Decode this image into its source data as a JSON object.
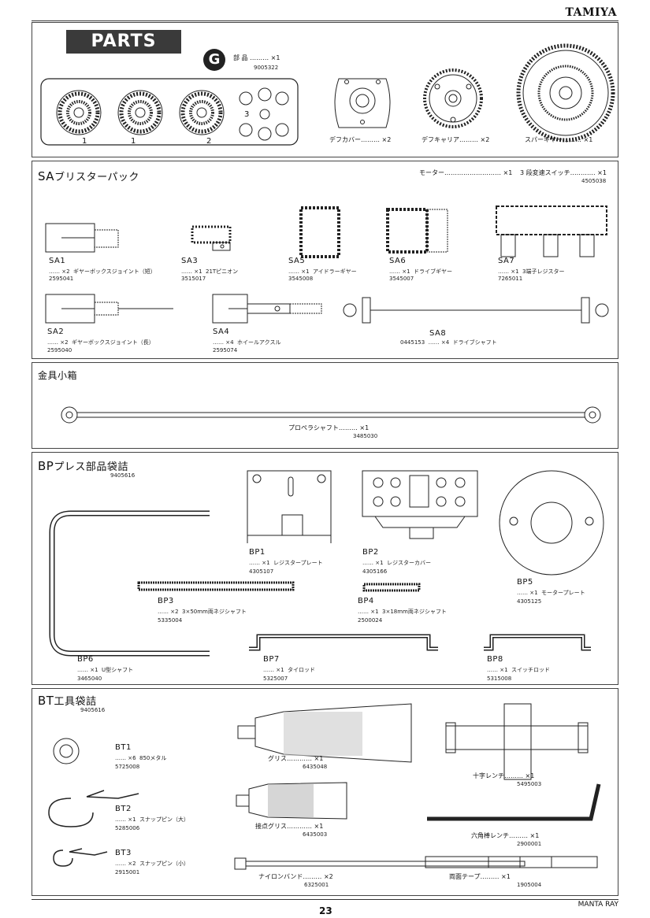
{
  "header": {
    "brand": "TAMIYA"
  },
  "footer": {
    "model": "MANTA RAY",
    "page": "23"
  },
  "parts": {
    "banner": "PARTS",
    "tree_letter": "G",
    "tree_label": "部 品 ……… ×1",
    "tree_code": "9005322",
    "wheel_labels": [
      "1",
      "1",
      "2"
    ],
    "center_label": "3",
    "gear1": "デフカバー……… ×2",
    "gear2": "デフキャリア……… ×2",
    "gear3": "スパーギヤー……… ×1"
  },
  "sa": {
    "title": "SA",
    "title_rest": "ブリスターパック",
    "motor": "モーター……………………… ×1",
    "switch": "3 段変速スイッチ………… ×1",
    "switch_code": "4505038",
    "items": [
      {
        "id": "SA1",
        "qty": "…… ×2",
        "name": "ギヤーボックスジョイント（短）",
        "code": "2595041"
      },
      {
        "id": "SA3",
        "qty": "…… ×1",
        "name": "21Tピニオン",
        "code": "3515017"
      },
      {
        "id": "SA5",
        "qty": "…… ×1",
        "name": "アイドラーギヤー",
        "code": "3545008"
      },
      {
        "id": "SA6",
        "qty": "…… ×1",
        "name": "ドライブギヤー",
        "code": "3545007"
      },
      {
        "id": "SA7",
        "qty": "…… ×1",
        "name": "3端子レジスター",
        "code": "7265011"
      },
      {
        "id": "SA2",
        "qty": "…… ×2",
        "name": "ギヤーボックスジョイント（長）",
        "code": "2595040"
      },
      {
        "id": "SA4",
        "qty": "…… ×4",
        "name": "ホイールアクスル",
        "code": "2595074"
      },
      {
        "id": "SA8",
        "qty": "…… ×4",
        "name": "ドライブシャフト",
        "code": "0445153"
      }
    ]
  },
  "kanagu": {
    "title": "金具小箱",
    "item": "プロペラシャフト……… ×1",
    "code": "3485030"
  },
  "bp": {
    "title": "BP",
    "title_rest": "プレス部品袋詰",
    "code": "9405616",
    "items": [
      {
        "id": "BP1",
        "qty": "…… ×1",
        "name": "レジスタープレート",
        "code": "4305107"
      },
      {
        "id": "BP2",
        "qty": "…… ×1",
        "name": "レジスターカバー",
        "code": "4305166"
      },
      {
        "id": "BP3",
        "qty": "…… ×2",
        "name": "3×50mm両ネジシャフト",
        "code": "5335004"
      },
      {
        "id": "BP4",
        "qty": "…… ×1",
        "name": "3×18mm両ネジシャフト",
        "code": "2500024"
      },
      {
        "id": "BP5",
        "qty": "…… ×1",
        "name": "モータープレート",
        "code": "4305125"
      },
      {
        "id": "BP6",
        "qty": "…… ×1",
        "name": "U型シャフト",
        "code": "3465040"
      },
      {
        "id": "BP7",
        "qty": "…… ×1",
        "name": "タイロッド",
        "code": "5325007"
      },
      {
        "id": "BP8",
        "qty": "…… ×1",
        "name": "スイッチロッド",
        "code": "5315008"
      }
    ]
  },
  "bt": {
    "title": "BT",
    "title_rest": "工具袋詰",
    "code": "9405616",
    "items": [
      {
        "id": "BT1",
        "qty": "…… ×6",
        "name": "850メタル",
        "code": "5725008"
      },
      {
        "id": "BT2",
        "qty": "…… ×1",
        "name": "スナップピン（大）",
        "code": "5285006"
      },
      {
        "id": "BT3",
        "qty": "…… ×2",
        "name": "スナップピン（小）",
        "code": "2915001"
      }
    ],
    "grease": "グリス………… ×1",
    "grease_code": "6435048",
    "contact_grease": "接点グリス………… ×1",
    "contact_grease_code": "6435003",
    "nylon_band": "ナイロンバンド……… ×2",
    "nylon_band_code": "6325001",
    "cross_wrench": "十字レンチ……… ×1",
    "cross_wrench_code": "5495003",
    "hex_wrench": "六角棒レンチ……… ×1",
    "hex_wrench_code": "2900001",
    "tape": "両面テープ……… ×1",
    "tape_code": "1905004"
  }
}
